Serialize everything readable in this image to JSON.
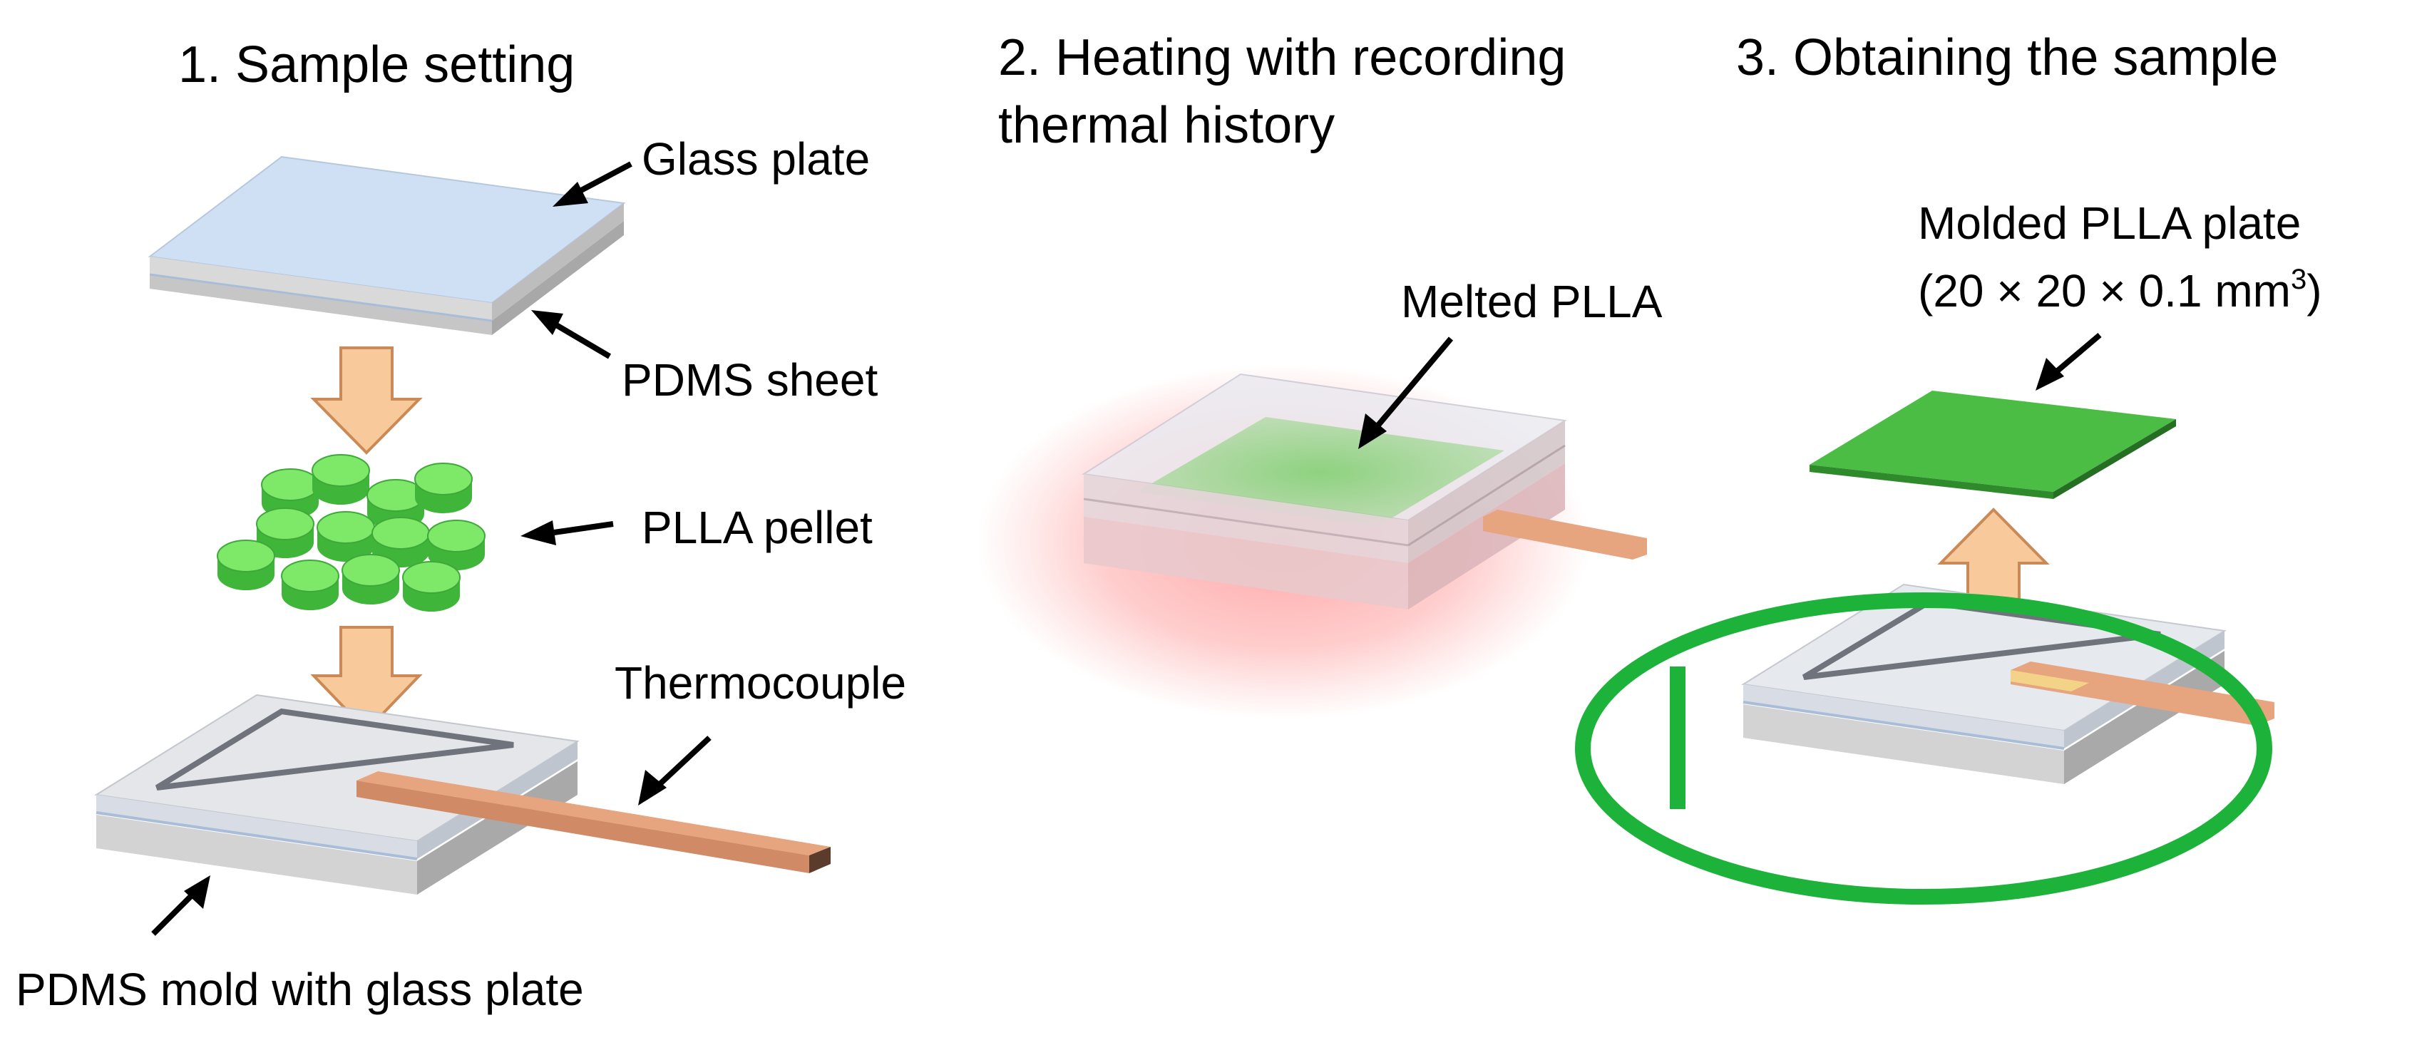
{
  "steps": {
    "step1": {
      "title": "1. Sample setting"
    },
    "step2": {
      "title_line1": "2. Heating with recording",
      "title_line2": "thermal history"
    },
    "step3": {
      "title": "3. Obtaining the sample"
    }
  },
  "labels": {
    "glass_plate": "Glass plate",
    "pdms_sheet": "PDMS sheet",
    "plla_pellet": "PLLA pellet",
    "thermocouple": "Thermocouple",
    "pdms_mold": "PDMS mold with glass plate",
    "melted_plla": "Melted PLLA",
    "molded_plate_line1": "Molded PLLA plate",
    "molded_plate_line2_prefix": "(20 × 20 × 0.1 mm",
    "molded_plate_superscript": "3",
    "molded_plate_line2_suffix": ")"
  },
  "colors": {
    "glass_top": "#d6e4f5",
    "slab_side": "#c8c8c8",
    "pdms_blue": "#a9bdd9",
    "pellet_green": "#6fe05a",
    "pellet_side": "#3fb53a",
    "arrow_fill": "#f8c99a",
    "arrow_stroke": "#c98a57",
    "thermocouple": "#e6a47f",
    "thermocouple_tip": "#f3d88a",
    "molded_green": "#4bbd45",
    "heat_glow": "#ff6b6b",
    "highlight_ellipse": "#1db33a"
  }
}
